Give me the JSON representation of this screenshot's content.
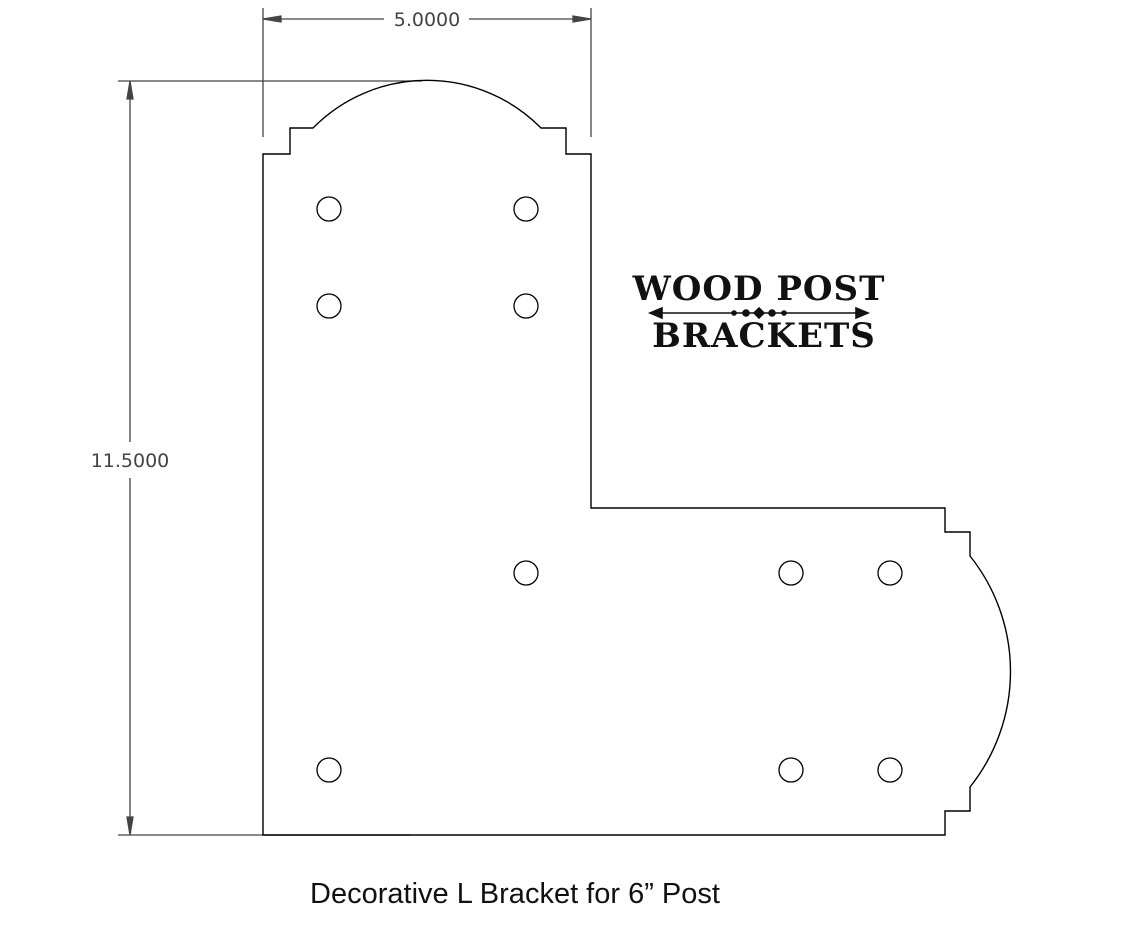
{
  "dimensions": {
    "width_label": "5.0000",
    "height_label": "11.5000"
  },
  "logo": {
    "line1": "WOOD POST",
    "line2": "BRACKETS"
  },
  "caption": "Decorative L Bracket for 6” Post",
  "colors": {
    "line": "#000000",
    "dimension": "#444444",
    "text": "#111111"
  }
}
